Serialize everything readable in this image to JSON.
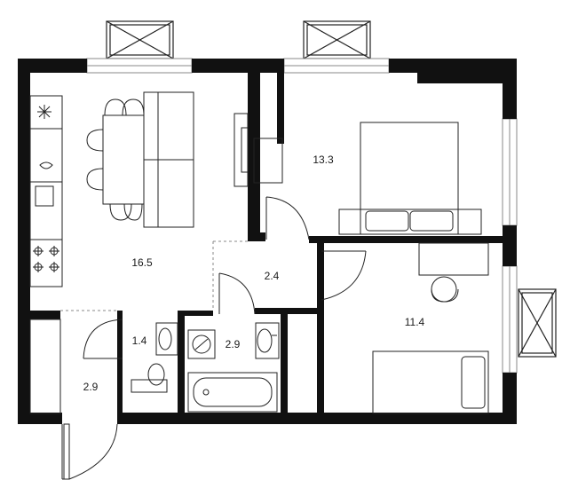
{
  "rooms": [
    {
      "id": "living-kitchen",
      "area": "16.5"
    },
    {
      "id": "bedroom-large",
      "area": "13.3"
    },
    {
      "id": "hall",
      "area": "2.4"
    },
    {
      "id": "bedroom-small",
      "area": "11.4"
    },
    {
      "id": "toilet",
      "area": "1.4"
    },
    {
      "id": "bathroom",
      "area": "2.9"
    },
    {
      "id": "entrance",
      "area": "2.9"
    }
  ],
  "colors": {
    "wall": "#111111",
    "line": "#222222",
    "background": "#ffffff",
    "window": "#888888"
  }
}
